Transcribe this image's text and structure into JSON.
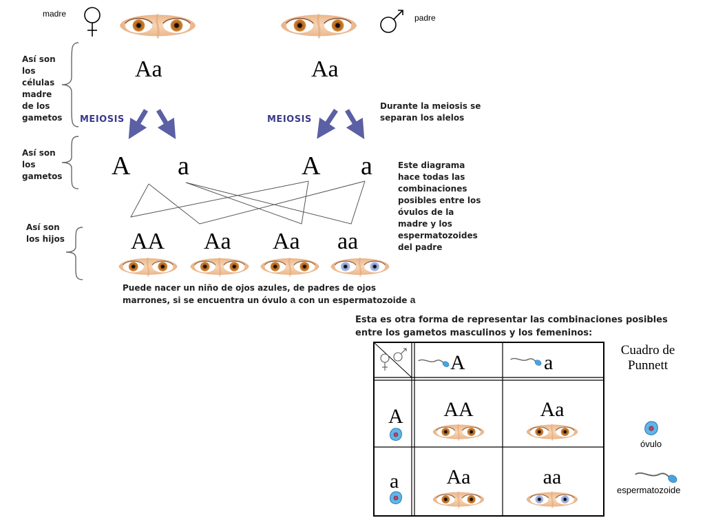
{
  "parents": {
    "mother_label": "madre",
    "father_label": "padre",
    "mother_genotype": "Aa",
    "father_genotype": "Aa",
    "mother_icon": "female-symbol-icon",
    "father_icon": "male-symbol-icon"
  },
  "notes": {
    "cells_label_lines": [
      "Así son",
      "los",
      "células",
      "madre",
      "de los",
      "gametos"
    ],
    "gametes_label_lines": [
      "Así son",
      "los",
      "gametos"
    ],
    "children_label_lines": [
      "Así son",
      "los hijos"
    ],
    "meiosis_left": "MEIOSIS",
    "meiosis_right": "MEIOSIS",
    "meiosis_note_lines": [
      "Durante la meiosis se",
      "separan los alelos"
    ],
    "diagram_note_lines": [
      "Este diagrama",
      "hace todas las",
      "combinaciones",
      "posibles entre los",
      "óvulos de la",
      "madre y los",
      "espermatozoides",
      "del padre"
    ],
    "blue_eyes_note_line1": "Puede nacer un niño de ojos azules, de padres de ojos",
    "blue_eyes_note_line2_a": "marrones, si se encuentra un óvulo",
    "blue_eyes_note_bold1": "a",
    "blue_eyes_note_line2_b": "con un espermatozoide",
    "blue_eyes_note_bold2": "a"
  },
  "gametes": {
    "mother": [
      "A",
      "a"
    ],
    "father": [
      "A",
      "a"
    ]
  },
  "offspring": [
    {
      "genotype": "AA",
      "eye_color": "brown"
    },
    {
      "genotype": "Aa",
      "eye_color": "brown"
    },
    {
      "genotype": "Aa",
      "eye_color": "brown"
    },
    {
      "genotype": "aa",
      "eye_color": "blue"
    }
  ],
  "punnett": {
    "heading_line1": "Esta es otra forma de representar las combinaciones posibles",
    "heading_line2": "entre los gametos masculinos y los femeninos:",
    "title_line1": "Cuadro de",
    "title_line2": "Punnett",
    "col_headers": [
      "A",
      "a"
    ],
    "row_headers": [
      "A",
      "a"
    ],
    "cells": [
      [
        {
          "genotype": "AA",
          "eye_color": "brown"
        },
        {
          "genotype": "Aa",
          "eye_color": "brown"
        }
      ],
      [
        {
          "genotype": "Aa",
          "eye_color": "brown"
        },
        {
          "genotype": "aa",
          "eye_color": "blue"
        }
      ]
    ],
    "legend_ovule": "óvulo",
    "legend_sperm": "espermatozoide"
  },
  "colors": {
    "brown_iris": "#b5651d",
    "blue_iris": "#8fa6d8",
    "skin": "#f0c9a4",
    "arrow": "#5b5fa3",
    "ovule": "#5fb7e8"
  }
}
